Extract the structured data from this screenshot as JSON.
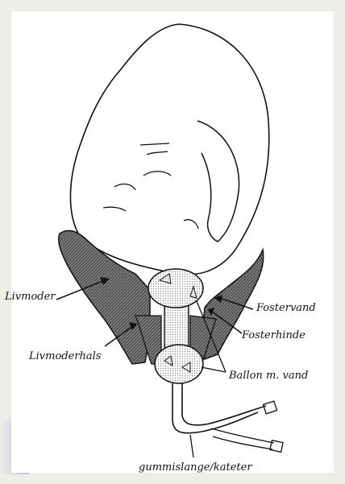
{
  "labels": {
    "uterus": "Livmoder",
    "cervix": "Livmoderhals",
    "amniotic_fluid": "Fostervand",
    "membrane": "Fosterhinde",
    "balloon": "Ballon m. vand",
    "catheter": "gummislange/kateter"
  }
}
